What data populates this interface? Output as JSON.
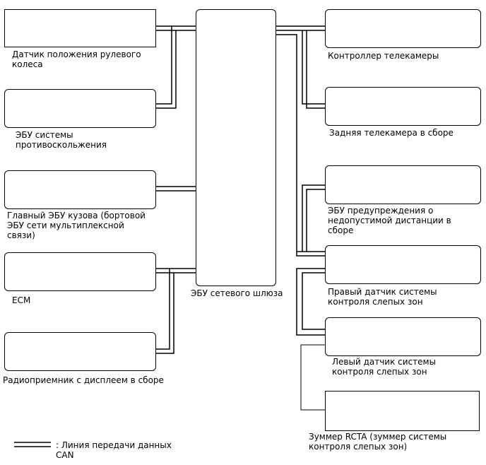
{
  "nodes": {
    "steering_sensor": "Датчик положения рулевого\nколеса",
    "skid_control_ecu": "ЭБУ системы\nпротивоскольжения",
    "main_body_ecu": "Главный ЭБУ кузова (бортовой\nЭБУ сети мультиплексной\nсвязи)",
    "ecm": "ECM",
    "radio_receiver": "Радиоприемник с дисплеем в сборе",
    "gateway_ecu": "ЭБУ сетевого шлюза",
    "camera_controller": "Контроллер телекамеры",
    "rear_camera": "Задняя телекамера в сборе",
    "distance_warning_ecu": "ЭБУ предупреждения о\nнедопустимой дистанции в\nсборе",
    "bsm_right": "Правый датчик системы\nконтроля слепых зон",
    "bsm_left": "Левый датчик системы\nконтроля слепых зон",
    "rcta_buzzer": "Зуммер RCTA (зуммер системы\nконтроля слепых зон)"
  },
  "legend": {
    "can_line": ": Линия передачи данных\nCAN"
  }
}
